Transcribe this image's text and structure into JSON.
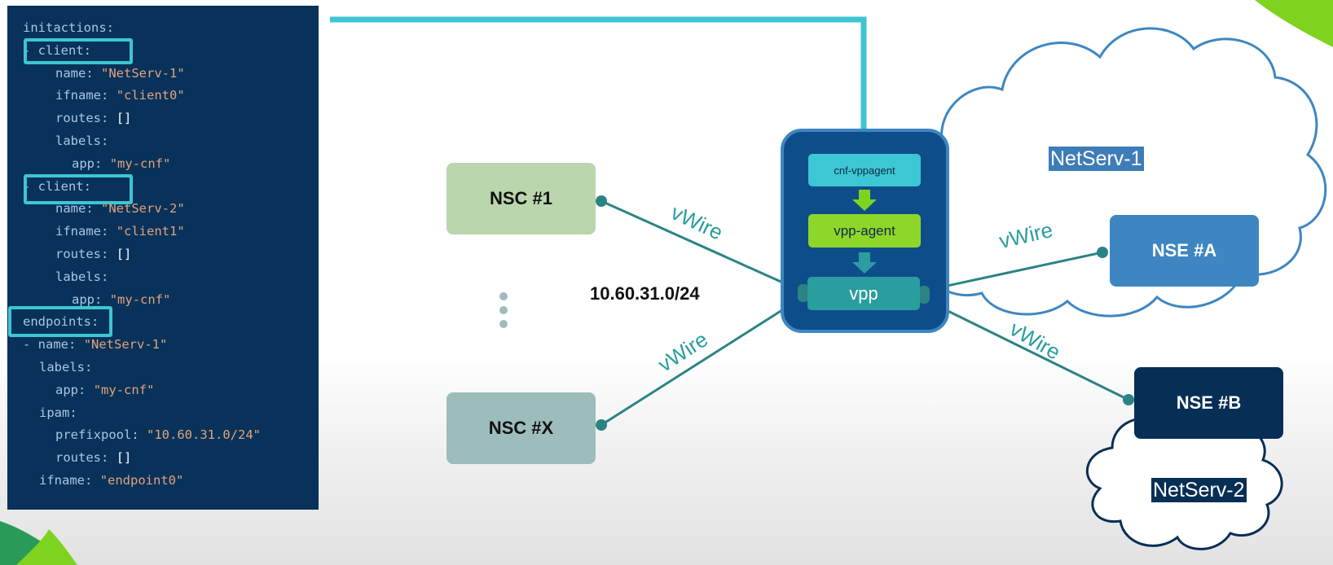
{
  "code": {
    "lines": [
      {
        "indent": 0,
        "prefix": "",
        "key": "initactions",
        "value": ""
      },
      {
        "indent": 0,
        "prefix": "- ",
        "key": "client",
        "value": ""
      },
      {
        "indent": 2,
        "prefix": "",
        "key": "name",
        "value": "\"NetServ-1\""
      },
      {
        "indent": 2,
        "prefix": "",
        "key": "ifname",
        "value": "\"client0\""
      },
      {
        "indent": 2,
        "prefix": "",
        "key": "routes",
        "value": "[]"
      },
      {
        "indent": 2,
        "prefix": "",
        "key": "labels",
        "value": ""
      },
      {
        "indent": 3,
        "prefix": "",
        "key": "app",
        "value": "\"my-cnf\""
      },
      {
        "indent": 0,
        "prefix": "- ",
        "key": "client",
        "value": ""
      },
      {
        "indent": 2,
        "prefix": "",
        "key": "name",
        "value": "\"NetServ-2\""
      },
      {
        "indent": 2,
        "prefix": "",
        "key": "ifname",
        "value": "\"client1\""
      },
      {
        "indent": 2,
        "prefix": "",
        "key": "routes",
        "value": "[]"
      },
      {
        "indent": 2,
        "prefix": "",
        "key": "labels",
        "value": ""
      },
      {
        "indent": 3,
        "prefix": "",
        "key": "app",
        "value": "\"my-cnf\""
      },
      {
        "indent": 0,
        "prefix": "",
        "key": "endpoints",
        "value": ""
      },
      {
        "indent": 0,
        "prefix": "- ",
        "key": "name",
        "value": "\"NetServ-1\""
      },
      {
        "indent": 1,
        "prefix": "",
        "key": "labels",
        "value": ""
      },
      {
        "indent": 2,
        "prefix": "",
        "key": "app",
        "value": "\"my-cnf\""
      },
      {
        "indent": 1,
        "prefix": "",
        "key": "ipam",
        "value": ""
      },
      {
        "indent": 2,
        "prefix": "",
        "key": "prefixpool",
        "value": "\"10.60.31.0/24\""
      },
      {
        "indent": 2,
        "prefix": "",
        "key": "routes",
        "value": "[]"
      },
      {
        "indent": 1,
        "prefix": "",
        "key": "ifname",
        "value": "\"endpoint0\""
      }
    ]
  },
  "nodes": {
    "nsc1": "NSC #1",
    "nscx": "NSC #X",
    "cnf_vppagent": "cnf-vppagent",
    "vpp_agent": "vpp-agent",
    "vpp": "vpp",
    "nse_a": "NSE #A",
    "nse_b": "NSE #B"
  },
  "clouds": {
    "netserv1": "NetServ-1",
    "netserv2": "NetServ-2"
  },
  "labels": {
    "subnet": "10.60.31.0/24",
    "wire": "vWire"
  },
  "colors": {
    "panel": "#083259",
    "highlight": "#3dc6d3",
    "wire": "#2b8384",
    "nsc1_fill": "#b9d6ad",
    "nscx_fill": "#9cbdbc",
    "vpp_host": "#0d4e8a",
    "nse_a_fill": "#3e86c1",
    "nse_b_fill": "#072f55"
  }
}
